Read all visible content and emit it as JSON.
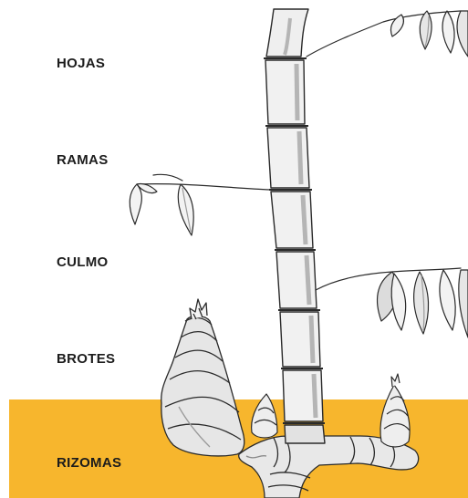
{
  "labels": {
    "hojas": "HOJAS",
    "ramas": "RAMAS",
    "culmo": "CULMO",
    "brotes": "BROTES",
    "rizomas": "RIZOMAS"
  },
  "colors": {
    "soil": "#f7b62d",
    "ink": "#2a2a2a",
    "shade": "#b5b5b5",
    "light_shade": "#dcdcdc",
    "background": "#ffffff"
  }
}
